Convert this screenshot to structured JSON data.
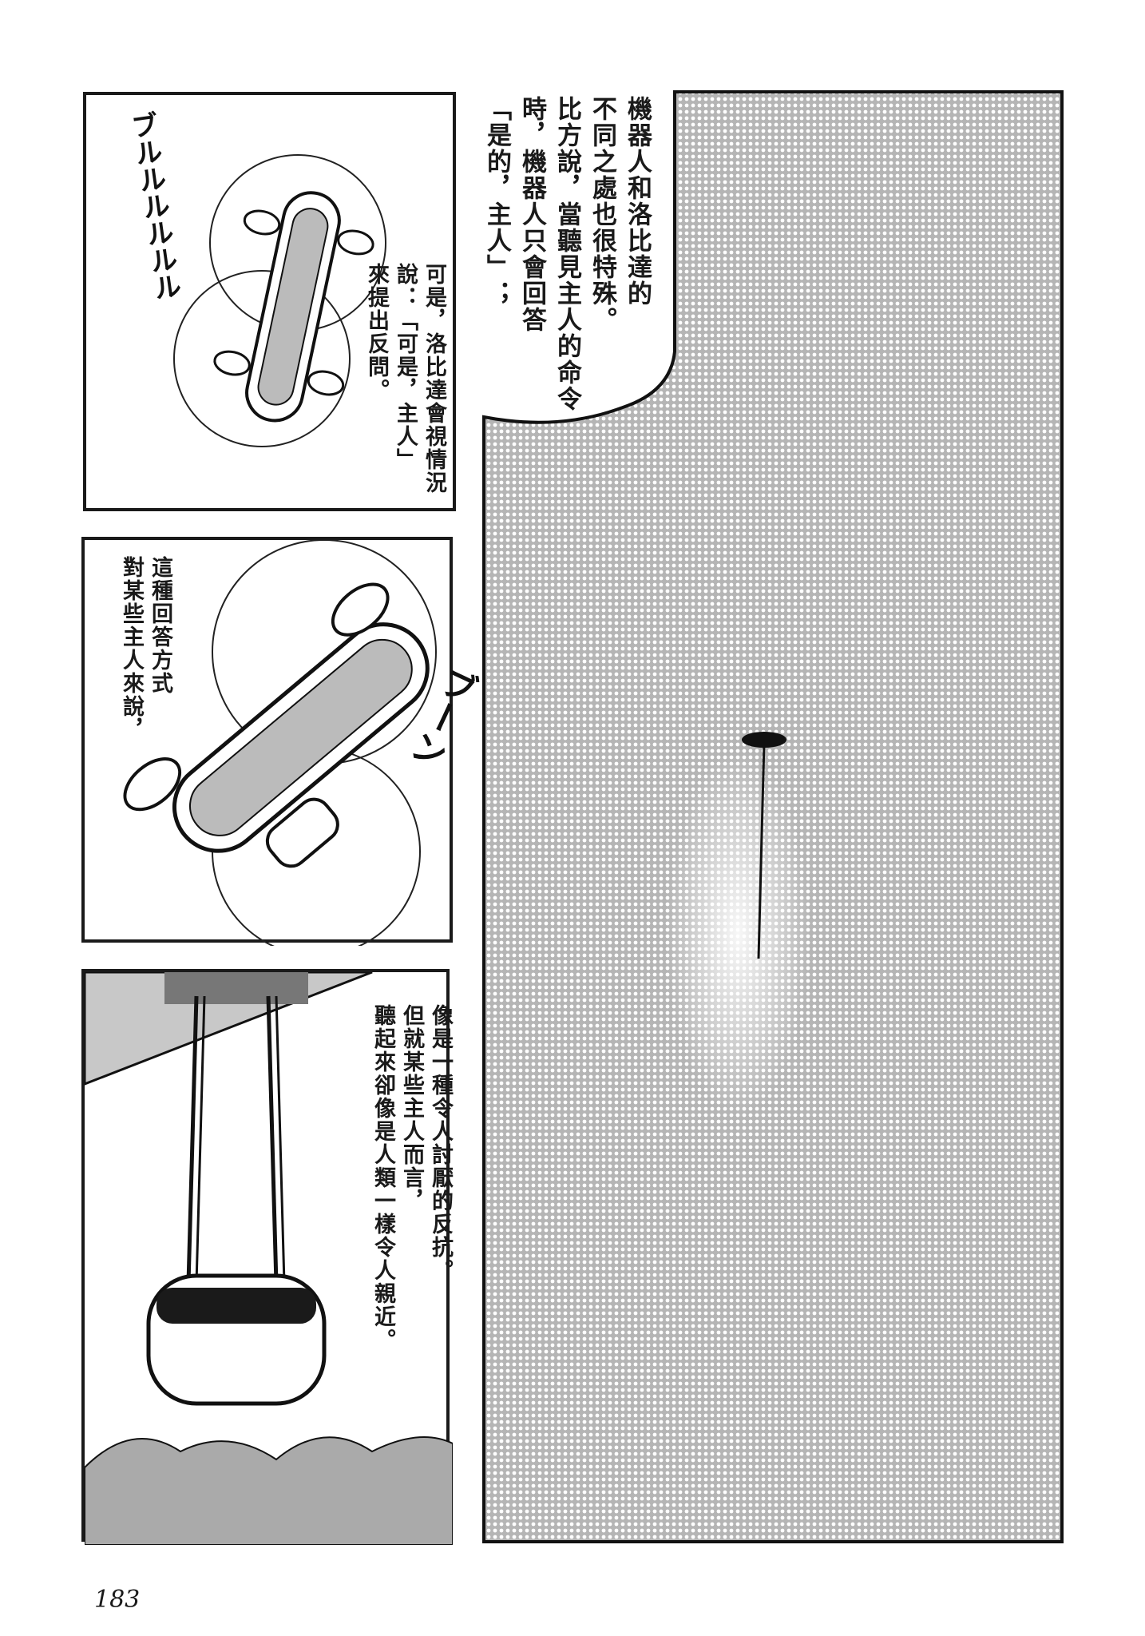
{
  "page": {
    "number": "183"
  },
  "panels": {
    "narration_top": {
      "columns": [
        "機器人和洛比達的",
        "不同之處也很特殊。",
        "比方說，當聽見主人的命令",
        "時，機器人只會回答",
        "「是的，主人」；"
      ]
    },
    "panel1": {
      "columns": [
        "可是，洛比達會視情況",
        "說：「可是，主人」",
        "來提出反問。"
      ],
      "sfx": "ブルルルルルル"
    },
    "panel2": {
      "columns": [
        "這種回答方式",
        "對某些主人來說，"
      ],
      "sfx": "ブーン"
    },
    "panel3": {
      "columns": [
        "像是一種令人討厭的反抗。",
        "但就某些主人而言，",
        "聽起來卻像是人類一樣令人親近。"
      ]
    }
  },
  "colors": {
    "ink": "#1a1a1a",
    "paper": "#ffffff",
    "screentone": "#9a9a9a"
  }
}
